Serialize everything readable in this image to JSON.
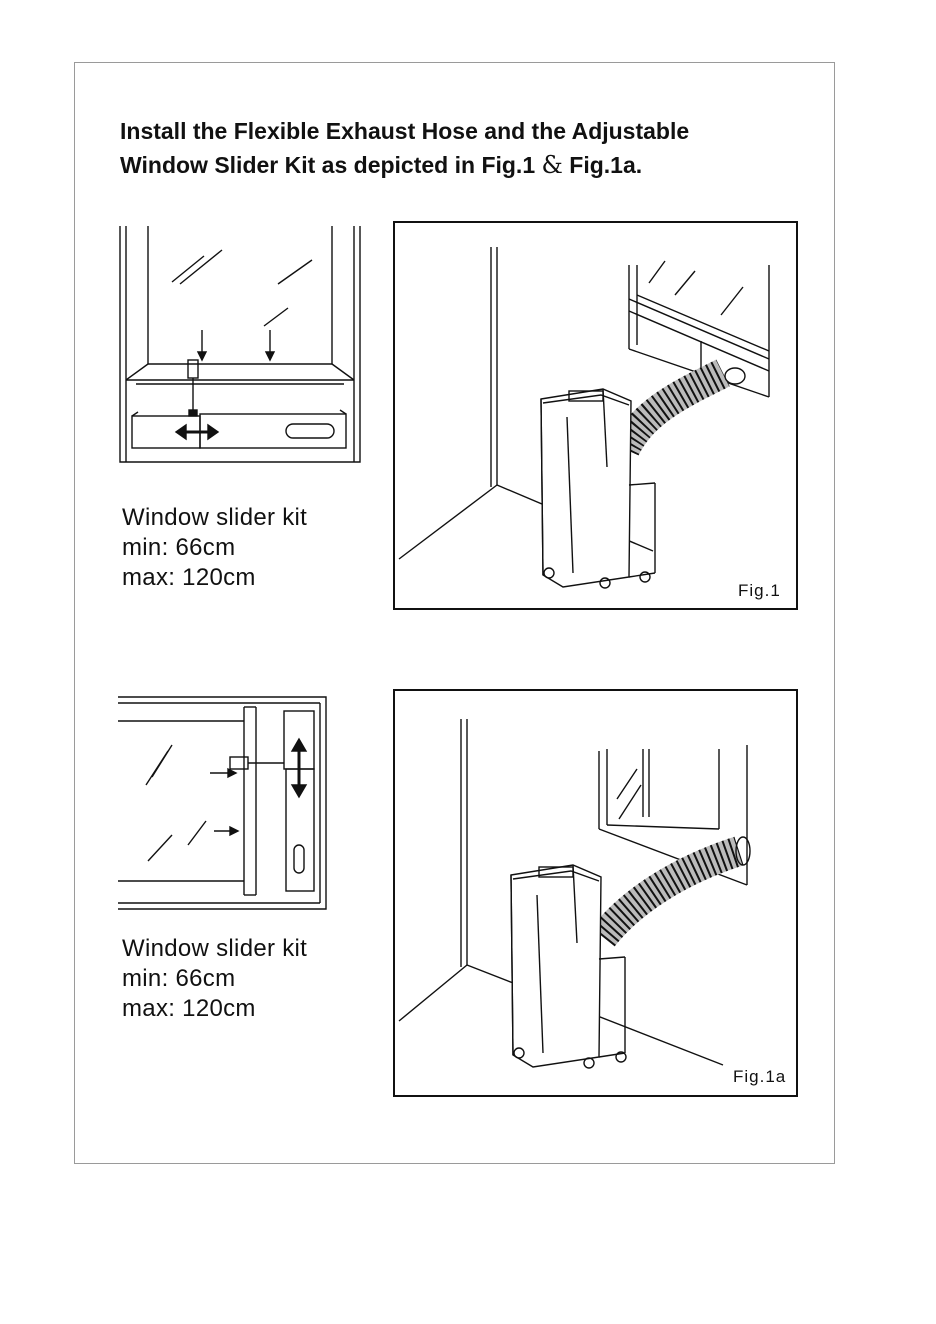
{
  "title": {
    "line1": "Install the Flexible Exhaust Hose and the Adjustable",
    "line2_prefix": "Window Slider Kit as depicted in Fig.1",
    "line2_amp": "&",
    "line2_suffix": "Fig.1a."
  },
  "section1": {
    "caption": {
      "label": "Window slider kit",
      "min": "min: 66cm",
      "max": "max: 120cm"
    },
    "figure_label": "Fig.1"
  },
  "section2": {
    "caption": {
      "label": "Window slider kit",
      "min": "min: 66cm",
      "max": "max: 120cm"
    },
    "figure_label": "Fig.1a"
  }
}
